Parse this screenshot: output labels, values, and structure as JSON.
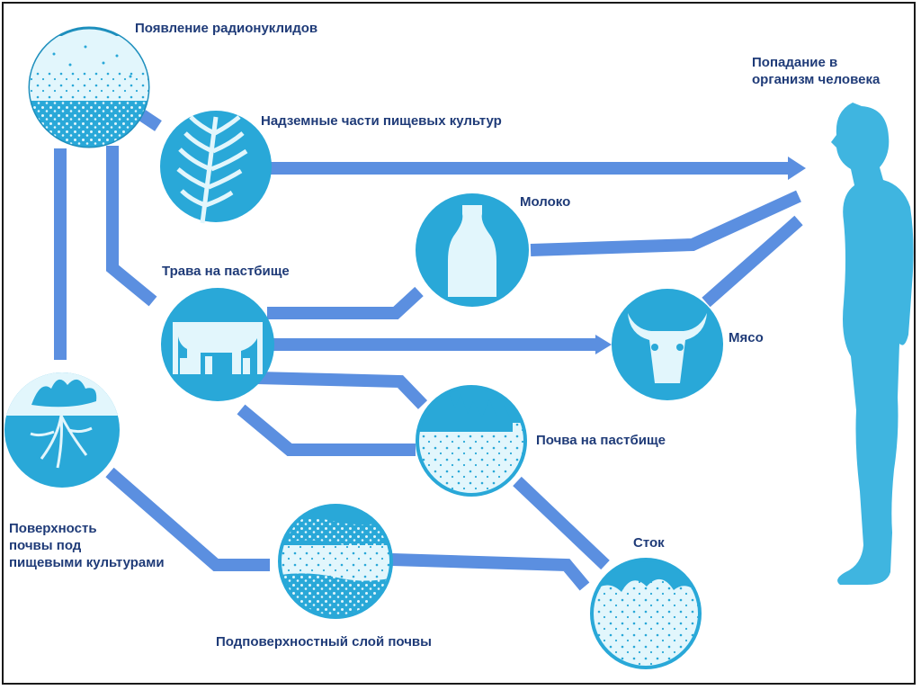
{
  "diagram": {
    "colors": {
      "node_fill": "#29a8d8",
      "node_light": "#e2f6fc",
      "arrow": "#5b8fe0",
      "human": "#3fb5e0",
      "text": "#1f3b78"
    },
    "nodes": {
      "radionuclides": {
        "label": "Появление радионуклидов",
        "icon": "radioactive-particles-icon"
      },
      "crops": {
        "label": "Надземные части пищевых культур",
        "icon": "wheat-icon"
      },
      "milk": {
        "label": "Молоко",
        "icon": "milk-bottle-icon"
      },
      "pasture_grass": {
        "label": "Трава на пастбище",
        "icon": "cow-grazing-icon"
      },
      "meat": {
        "label": "Мясо",
        "icon": "cow-head-icon"
      },
      "pasture_soil": {
        "label": "Почва на пастбище",
        "icon": "soil-icon"
      },
      "crop_soil_surface": {
        "label_lines": [
          "Поверхность",
          "почвы под",
          "пищевыми культурами"
        ],
        "icon": "plant-roots-icon"
      },
      "subsurface": {
        "label": "Подповерхностный слой почвы",
        "icon": "soil-layer-icon"
      },
      "runoff": {
        "label": "Сток",
        "icon": "water-runoff-icon"
      },
      "human": {
        "label_lines": [
          "Попадание в",
          "организм человека"
        ],
        "icon": "human-silhouette-icon"
      }
    }
  }
}
